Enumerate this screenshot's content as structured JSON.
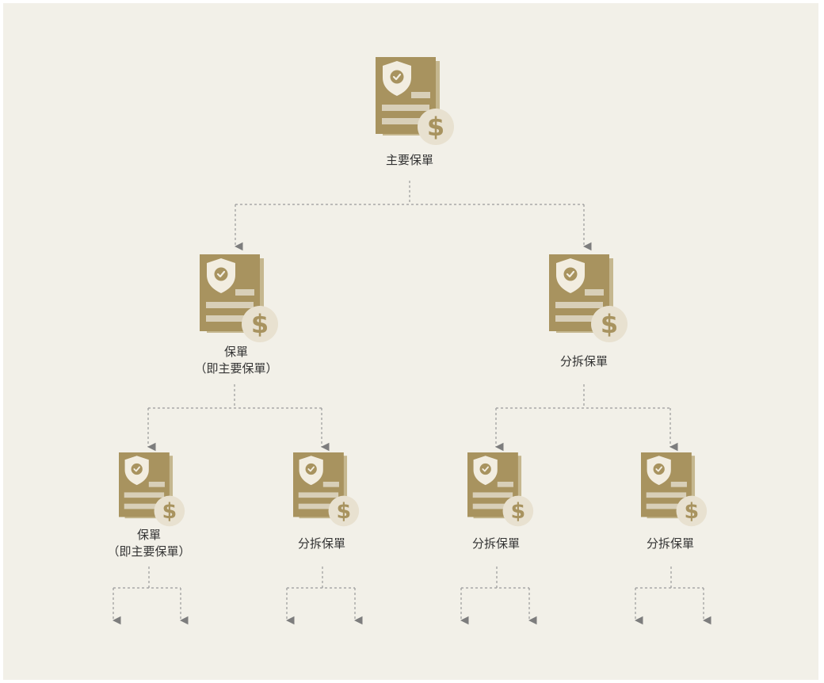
{
  "colors": {
    "background": "#f2f0e8",
    "document": "#a8935f",
    "document_shadow": "#c5b78f",
    "document_lines": "#d8cfb8",
    "coin": "#e8e1d0",
    "connector": "#9a9a9a",
    "arrow": "#7d7d7d",
    "text": "#333333"
  },
  "nodes": {
    "root": {
      "line1": "主要保單",
      "line2": ""
    },
    "level1_left": {
      "line1": "保單",
      "line2": "（即主要保單）"
    },
    "level1_right": {
      "line1": "分拆保單",
      "line2": ""
    },
    "level2_a": {
      "line1": "保單",
      "line2": "（即主要保單）"
    },
    "level2_b": {
      "line1": "分拆保單",
      "line2": ""
    },
    "level2_c": {
      "line1": "分拆保單",
      "line2": ""
    },
    "level2_d": {
      "line1": "分拆保單",
      "line2": ""
    }
  },
  "icons": {
    "document": "policy-document-icon",
    "shield": "shield-check-icon",
    "coin": "dollar-coin-icon",
    "arrow": "arrow-down-icon"
  }
}
